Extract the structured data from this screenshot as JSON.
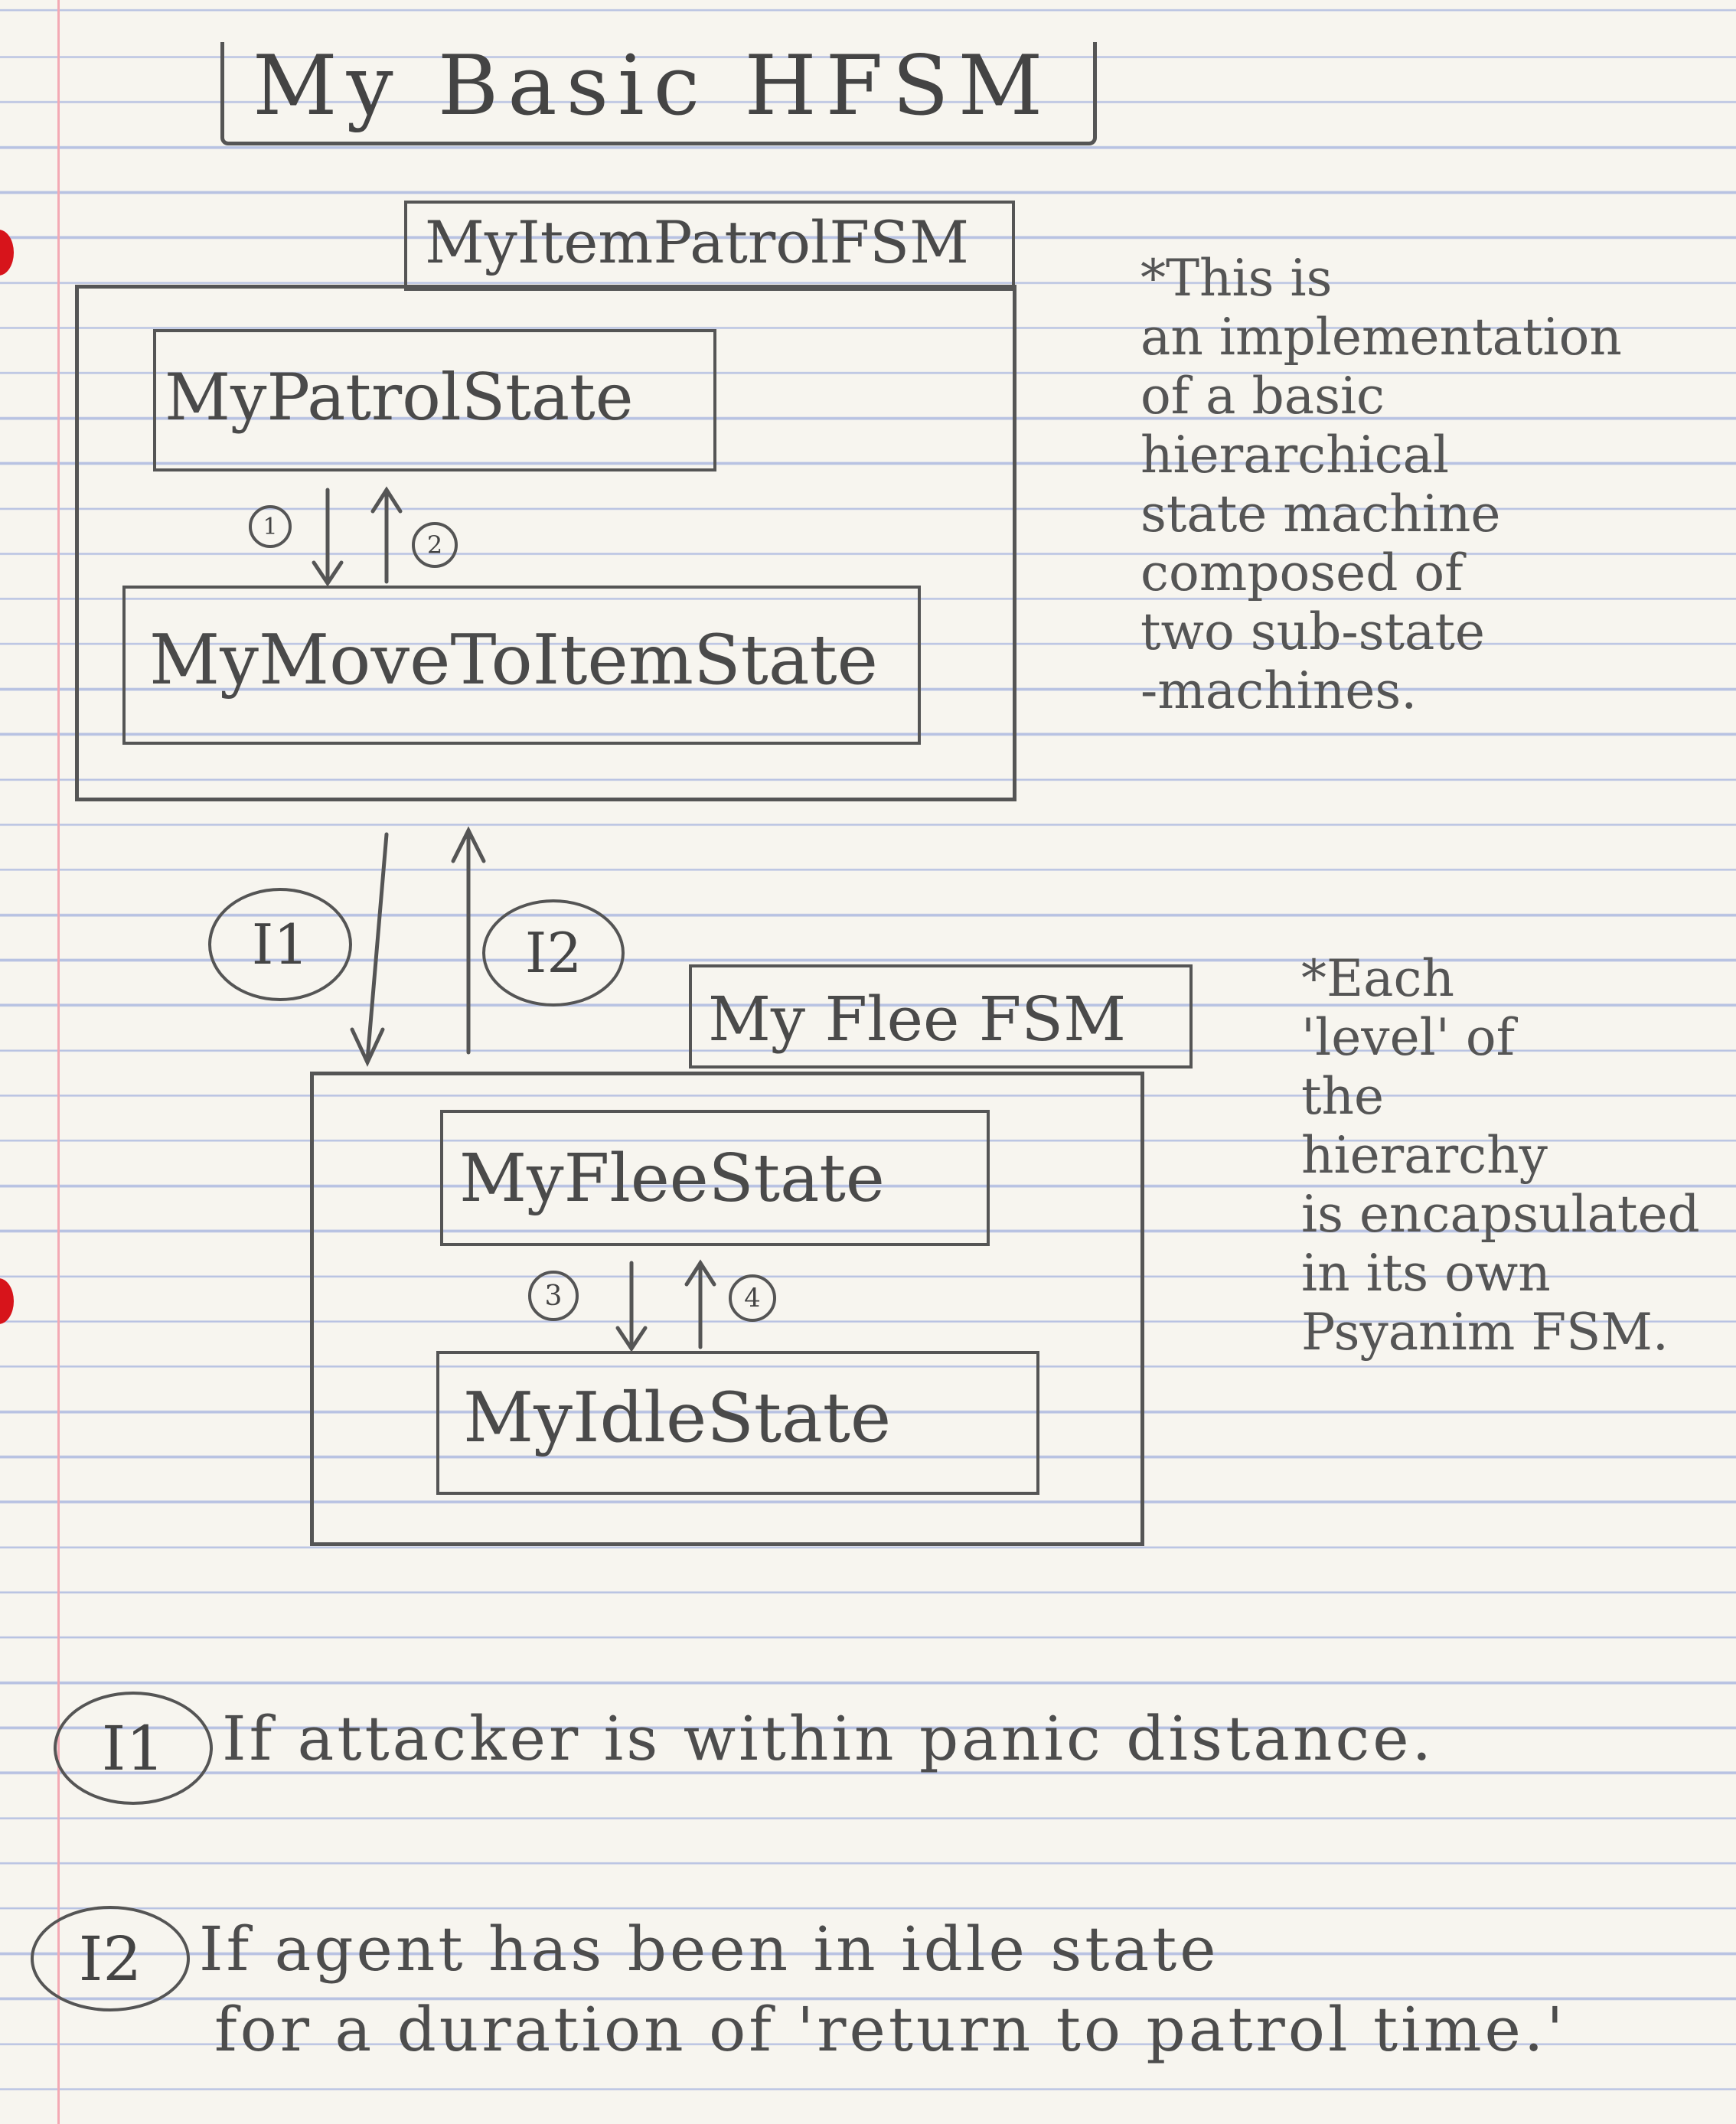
{
  "title": "My Basic HFSM",
  "fsms": {
    "item_patrol": {
      "label": "MyItemPatrolFSM",
      "states": [
        "MyPatrolState",
        "MyMoveToItemState"
      ],
      "transitions": [
        "1",
        "2"
      ]
    },
    "flee": {
      "label": "My Flee FSM",
      "states": [
        "MyFleeState",
        "MyIdleState"
      ],
      "transitions": [
        "3",
        "4"
      ]
    }
  },
  "outer_transitions": [
    "I1",
    "I2"
  ],
  "notes": {
    "note1": "*This is\nan implementation\nof a basic\nhierarchical\nstate machine\ncomposed of\ntwo sub-state\n-machines.",
    "note2": "*Each\n'level' of\nthe\nhierarchy\nis encapsulated\nin its own\nPsyanim FSM."
  },
  "conditions": [
    {
      "id": "I1",
      "text": "If attacker is within panic distance."
    },
    {
      "id": "I2",
      "text": "If agent has been in idle state",
      "text2": "for a duration of 'return to patrol time.'"
    }
  ],
  "colors": {
    "pencil": "#555555",
    "rule_line": "#b8c2e2",
    "margin": "#f3a9b4",
    "hole": "#d7141b"
  }
}
